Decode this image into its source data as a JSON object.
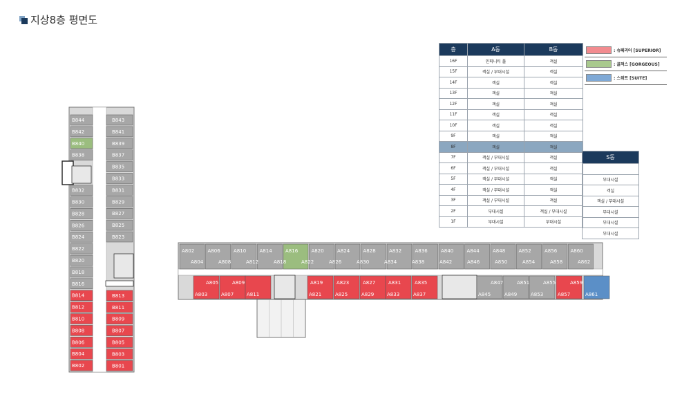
{
  "title": "지상8층 평면도",
  "table": {
    "headers": [
      "층",
      "A동",
      "B동"
    ],
    "rows": [
      {
        "floor": "16F",
        "a": "인피니티 풀",
        "b": "객실"
      },
      {
        "floor": "15F",
        "a": "객실 / 부대시설",
        "b": "객실"
      },
      {
        "floor": "14F",
        "a": "객실",
        "b": "객실"
      },
      {
        "floor": "13F",
        "a": "객실",
        "b": "객실"
      },
      {
        "floor": "12F",
        "a": "객실",
        "b": "객실"
      },
      {
        "floor": "11F",
        "a": "객실",
        "b": "객실"
      },
      {
        "floor": "10F",
        "a": "객실",
        "b": "객실"
      },
      {
        "floor": "9F",
        "a": "객실",
        "b": "객실"
      },
      {
        "floor": "8F",
        "a": "객실",
        "b": "객실"
      },
      {
        "floor": "7F",
        "a": "객실 / 부대시설",
        "b": "객실",
        "s": ""
      },
      {
        "floor": "6F",
        "a": "객실 / 부대시설",
        "b": "객실",
        "s": "부대시설"
      },
      {
        "floor": "5F",
        "a": "객실 / 부대시설",
        "b": "객실",
        "s": "객실"
      },
      {
        "floor": "4F",
        "a": "객실 / 부대시설",
        "b": "객실",
        "s": "객실 / 부대시설"
      },
      {
        "floor": "3F",
        "a": "객실 / 부대시설",
        "b": "객실",
        "s": "부대시설"
      },
      {
        "floor": "2F",
        "a": "부대시설",
        "b": "객실 / 부대시설",
        "s": "부대시설"
      },
      {
        "floor": "1F",
        "a": "부대시설",
        "b": "부대시설",
        "s": "부대시설"
      }
    ],
    "s_header": "S동"
  },
  "legend": [
    {
      "label": ": 슈페리어 [SUPERIOR]",
      "color": "#f28b8f"
    },
    {
      "label": ": 골져스 [GORGEOUS]",
      "color": "#a9c98e"
    },
    {
      "label": ": 스위트 [SUITE]",
      "color": "#7fa9d6"
    }
  ],
  "colors": {
    "superior": "#e8474e",
    "gorgeous": "#9bbd7f",
    "suite": "#5b8fc7",
    "standard": "#a7a7a7",
    "header": "#1b3a5c",
    "highlight": "#8ba7c0"
  },
  "rooms": {
    "b_left": [
      {
        "id": "B844",
        "type": "standard"
      },
      {
        "id": "B842",
        "type": "standard"
      },
      {
        "id": "B840",
        "type": "gorgeous"
      },
      {
        "id": "B838",
        "type": "standard"
      },
      {
        "id": "B832",
        "type": "standard"
      },
      {
        "id": "B830",
        "type": "standard"
      },
      {
        "id": "B828",
        "type": "standard"
      },
      {
        "id": "B826",
        "type": "standard"
      },
      {
        "id": "B824",
        "type": "standard"
      },
      {
        "id": "B822",
        "type": "standard"
      },
      {
        "id": "B820",
        "type": "standard"
      },
      {
        "id": "B818",
        "type": "standard"
      },
      {
        "id": "B816",
        "type": "standard"
      },
      {
        "id": "B814",
        "type": "superior"
      },
      {
        "id": "B812",
        "type": "superior"
      },
      {
        "id": "B810",
        "type": "superior"
      },
      {
        "id": "B808",
        "type": "superior"
      },
      {
        "id": "B806",
        "type": "superior"
      },
      {
        "id": "B804",
        "type": "superior"
      },
      {
        "id": "B802",
        "type": "superior"
      }
    ],
    "b_right": [
      {
        "id": "B843",
        "type": "standard"
      },
      {
        "id": "B841",
        "type": "standard"
      },
      {
        "id": "B839",
        "type": "standard"
      },
      {
        "id": "B837",
        "type": "standard"
      },
      {
        "id": "B835",
        "type": "standard"
      },
      {
        "id": "B833",
        "type": "standard"
      },
      {
        "id": "B831",
        "type": "standard"
      },
      {
        "id": "B829",
        "type": "standard"
      },
      {
        "id": "B827",
        "type": "standard"
      },
      {
        "id": "B825",
        "type": "standard"
      },
      {
        "id": "B823",
        "type": "standard"
      },
      {
        "id": "B813",
        "type": "superior"
      },
      {
        "id": "B811",
        "type": "superior"
      },
      {
        "id": "B809",
        "type": "superior"
      },
      {
        "id": "B807",
        "type": "superior"
      },
      {
        "id": "B805",
        "type": "superior"
      },
      {
        "id": "B803",
        "type": "superior"
      },
      {
        "id": "B801",
        "type": "superior"
      }
    ],
    "a_top_upper": [
      "A802",
      "A806",
      "A810",
      "A814",
      "A816",
      "A820",
      "A824",
      "A828",
      "A832",
      "A836",
      "A840",
      "A844",
      "A848",
      "A852",
      "A856",
      "A860"
    ],
    "a_top_lower": [
      "A804",
      "A808",
      "A812",
      "A818",
      "A822",
      "A826",
      "A830",
      "A834",
      "A838",
      "A842",
      "A846",
      "A850",
      "A854",
      "A858",
      "A862"
    ],
    "a_bottom_upper": [
      {
        "id": "A805",
        "type": "superior"
      },
      {
        "id": "A809",
        "type": "superior"
      },
      {
        "id": "A819",
        "type": "superior"
      },
      {
        "id": "A823",
        "type": "superior"
      },
      {
        "id": "A827",
        "type": "superior"
      },
      {
        "id": "A831",
        "type": "superior"
      },
      {
        "id": "A835",
        "type": "superior"
      },
      {
        "id": "A847",
        "type": "standard"
      },
      {
        "id": "A851",
        "type": "standard"
      },
      {
        "id": "A855",
        "type": "standard"
      },
      {
        "id": "A859",
        "type": "superior"
      }
    ],
    "a_bottom_lower": [
      {
        "id": "A803",
        "type": "superior"
      },
      {
        "id": "A807",
        "type": "superior"
      },
      {
        "id": "A811",
        "type": "superior"
      },
      {
        "id": "A821",
        "type": "superior"
      },
      {
        "id": "A825",
        "type": "superior"
      },
      {
        "id": "A829",
        "type": "superior"
      },
      {
        "id": "A833",
        "type": "superior"
      },
      {
        "id": "A837",
        "type": "superior"
      },
      {
        "id": "A845",
        "type": "standard"
      },
      {
        "id": "A849",
        "type": "standard"
      },
      {
        "id": "A853",
        "type": "standard"
      },
      {
        "id": "A857",
        "type": "superior"
      },
      {
        "id": "A861",
        "type": "suite"
      }
    ]
  }
}
